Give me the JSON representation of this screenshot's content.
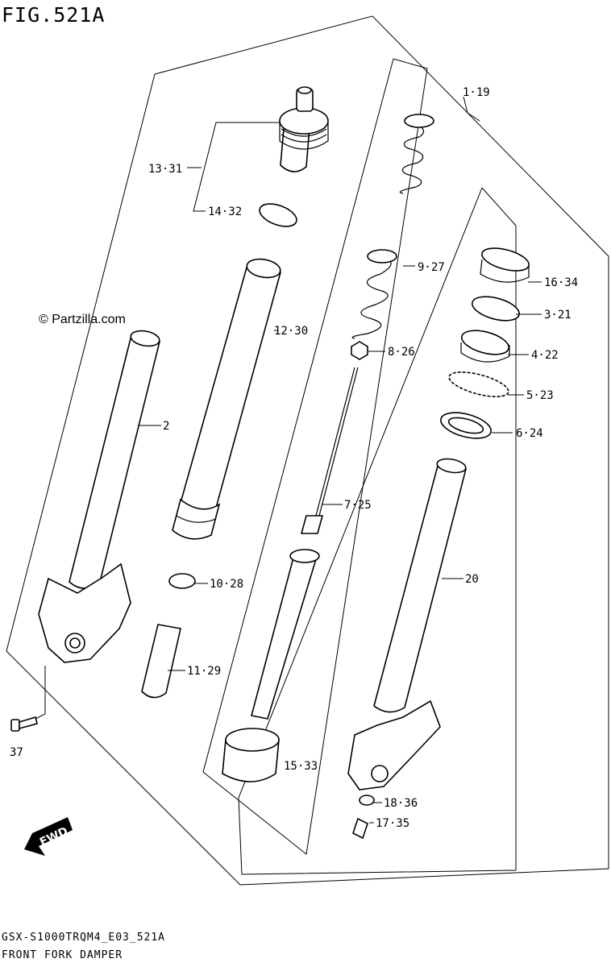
{
  "figure": {
    "title": "FIG.521A",
    "watermark": "© Partzilla.com",
    "code": "GSX-S1000TRQM4_E03_521A",
    "name": "FRONT FORK DAMPER",
    "fwd_label": "FWD"
  },
  "callouts": [
    {
      "id": "c-119",
      "text": "1·19"
    },
    {
      "id": "c-1331",
      "text": "13·31"
    },
    {
      "id": "c-1432",
      "text": "14·32"
    },
    {
      "id": "c-927",
      "text": "9·27"
    },
    {
      "id": "c-1634",
      "text": "16·34"
    },
    {
      "id": "c-321",
      "text": "3·21"
    },
    {
      "id": "c-1230",
      "text": "12·30"
    },
    {
      "id": "c-826",
      "text": "8·26"
    },
    {
      "id": "c-422",
      "text": "4·22"
    },
    {
      "id": "c-523",
      "text": "5·23"
    },
    {
      "id": "c-2",
      "text": "2"
    },
    {
      "id": "c-624",
      "text": "6·24"
    },
    {
      "id": "c-725",
      "text": "7·25"
    },
    {
      "id": "c-20",
      "text": "20"
    },
    {
      "id": "c-1028",
      "text": "10·28"
    },
    {
      "id": "c-1129",
      "text": "11·29"
    },
    {
      "id": "c-37",
      "text": "37"
    },
    {
      "id": "c-1533",
      "text": "15·33"
    },
    {
      "id": "c-1836",
      "text": "18·36"
    },
    {
      "id": "c-1735",
      "text": "17·35"
    }
  ]
}
